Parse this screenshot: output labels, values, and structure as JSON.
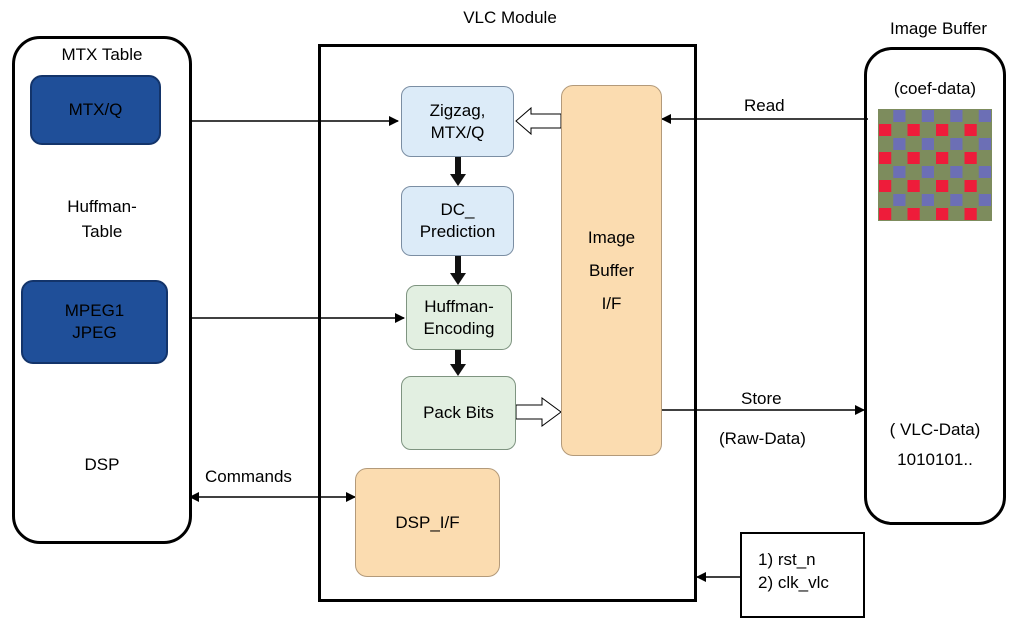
{
  "module_title": "VLC Module",
  "left_panel": {
    "heading": "MTX Table",
    "mtx_block": "MTX/Q",
    "huffman_label_1": "Huffman-",
    "huffman_label_2": "Table",
    "mpeg_block_1": "MPEG1",
    "mpeg_block_2": "JPEG",
    "dsp_label": "DSP"
  },
  "right_panel": {
    "heading": "Image Buffer",
    "coef_label": "(coef-data)",
    "vlc_label": "( VLC-Data)",
    "bits_label": "1010101..",
    "grid_colors": [
      "#7d8c5d",
      "#ee1c3a",
      "#6c6fb5"
    ]
  },
  "pipeline": {
    "zigzag_1": "Zigzag,",
    "zigzag_2": "MTX/Q",
    "dc_1": "DC_",
    "dc_2": "Prediction",
    "huff_1": "Huffman-",
    "huff_2": "Encoding",
    "pack": "Pack Bits",
    "buffer_1": "Image",
    "buffer_2": "Buffer",
    "buffer_3": "I/F",
    "dsp_if": "DSP_I/F"
  },
  "signals": {
    "read": "Read",
    "store": "Store",
    "raw": "(Raw-Data)",
    "commands": "Commands",
    "reset": "1) rst_n",
    "clock": "2) clk_vlc"
  }
}
